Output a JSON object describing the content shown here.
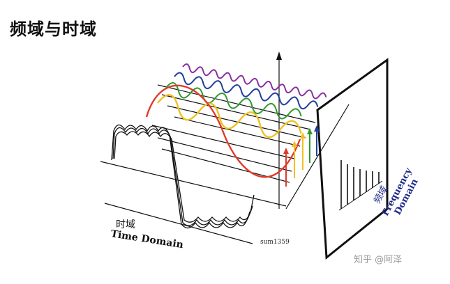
{
  "title": "频域与时域",
  "labels": {
    "time_cn": "时域",
    "time_en": "Time Domain",
    "sum": "sum1359",
    "freq_cn": "频域",
    "freq_en_1": "Frequency",
    "freq_en_2": "Domain"
  },
  "watermark": "知乎 @阿泽",
  "colors": {
    "harmonic_1": "#e03a2a",
    "harmonic_3": "#f0c020",
    "harmonic_5": "#2e9a2e",
    "harmonic_7": "#1f3f9a",
    "harmonic_9": "#8a2ea0",
    "axis": "#111111"
  }
}
